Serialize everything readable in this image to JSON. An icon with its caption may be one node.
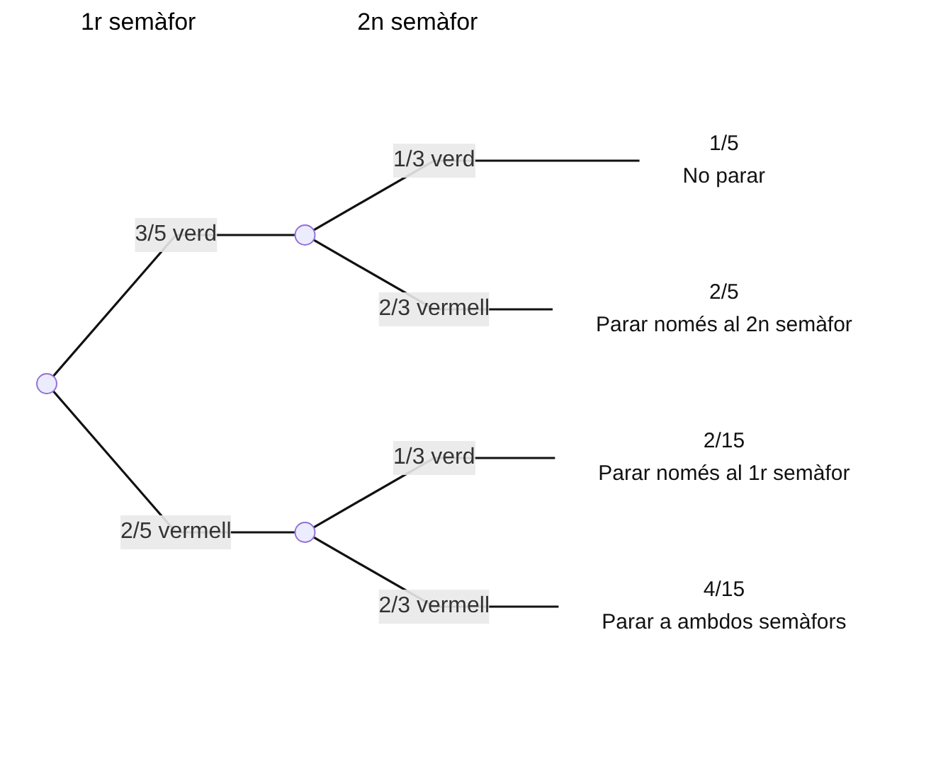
{
  "diagram": {
    "nodes": [
      {
        "text": [],
        "shape": "point"
      },
      {
        "text": [],
        "shape": "point"
      },
      {
        "text": [],
        "shape": "point"
      },
      {
        "text": [
          "1/5",
          "No parar"
        ]
      },
      {
        "text": [
          "2/5",
          "Parar només al 2n semàfor"
        ]
      },
      {
        "text": [
          "2/15",
          "Parar només al 1r semàfor"
        ]
      },
      {
        "text": [
          "4/15",
          "Parar a ambdos semàfors"
        ]
      }
    ],
    "edges": [
      {
        "from": 0,
        "to": 1,
        "arrow": "none",
        "label": "3/5 verd"
      },
      {
        "from": 0,
        "to": 2,
        "arrow": "none",
        "label": "2/5 vermell"
      },
      {
        "from": 1,
        "to": 3,
        "arrow": "none",
        "label": "1/3 verd"
      },
      {
        "from": 1,
        "to": 4,
        "arrow": "none",
        "label": "2/3 vermell"
      },
      {
        "from": 2,
        "to": 5,
        "arrow": "none",
        "label": "1/3 verd"
      },
      {
        "from": 2,
        "to": 6,
        "arrow": "none",
        "label": "2/3 vermell"
      }
    ],
    "labels": [
      "1r semàfor",
      "2n semàfor"
    ]
  }
}
